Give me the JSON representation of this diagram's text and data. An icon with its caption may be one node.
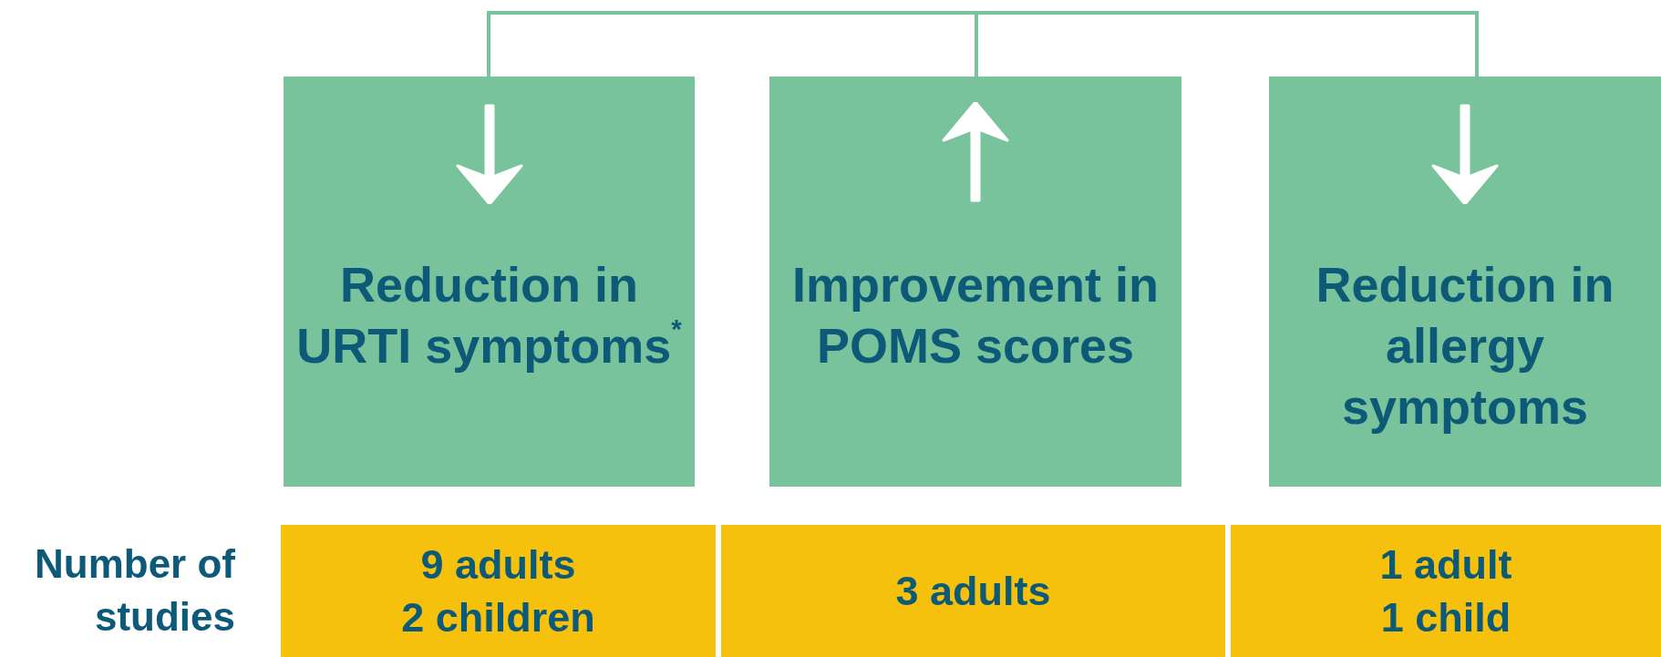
{
  "diagram": {
    "nodes": [
      {
        "text": [
          "Reduction in URTI symptoms$^{*}$"
        ]
      },
      {
        "text": [
          "Improvement in POMS scores"
        ]
      },
      {
        "text": [
          "Reduction in allergy symptoms"
        ]
      },
      {
        "text": [
          "9 adults",
          "2 children"
        ]
      },
      {
        "text": [
          "3 adults"
        ]
      },
      {
        "text": [
          "1 adult",
          "1 child"
        ]
      }
    ],
    "labels": [
      "Number of studies"
    ]
  }
}
